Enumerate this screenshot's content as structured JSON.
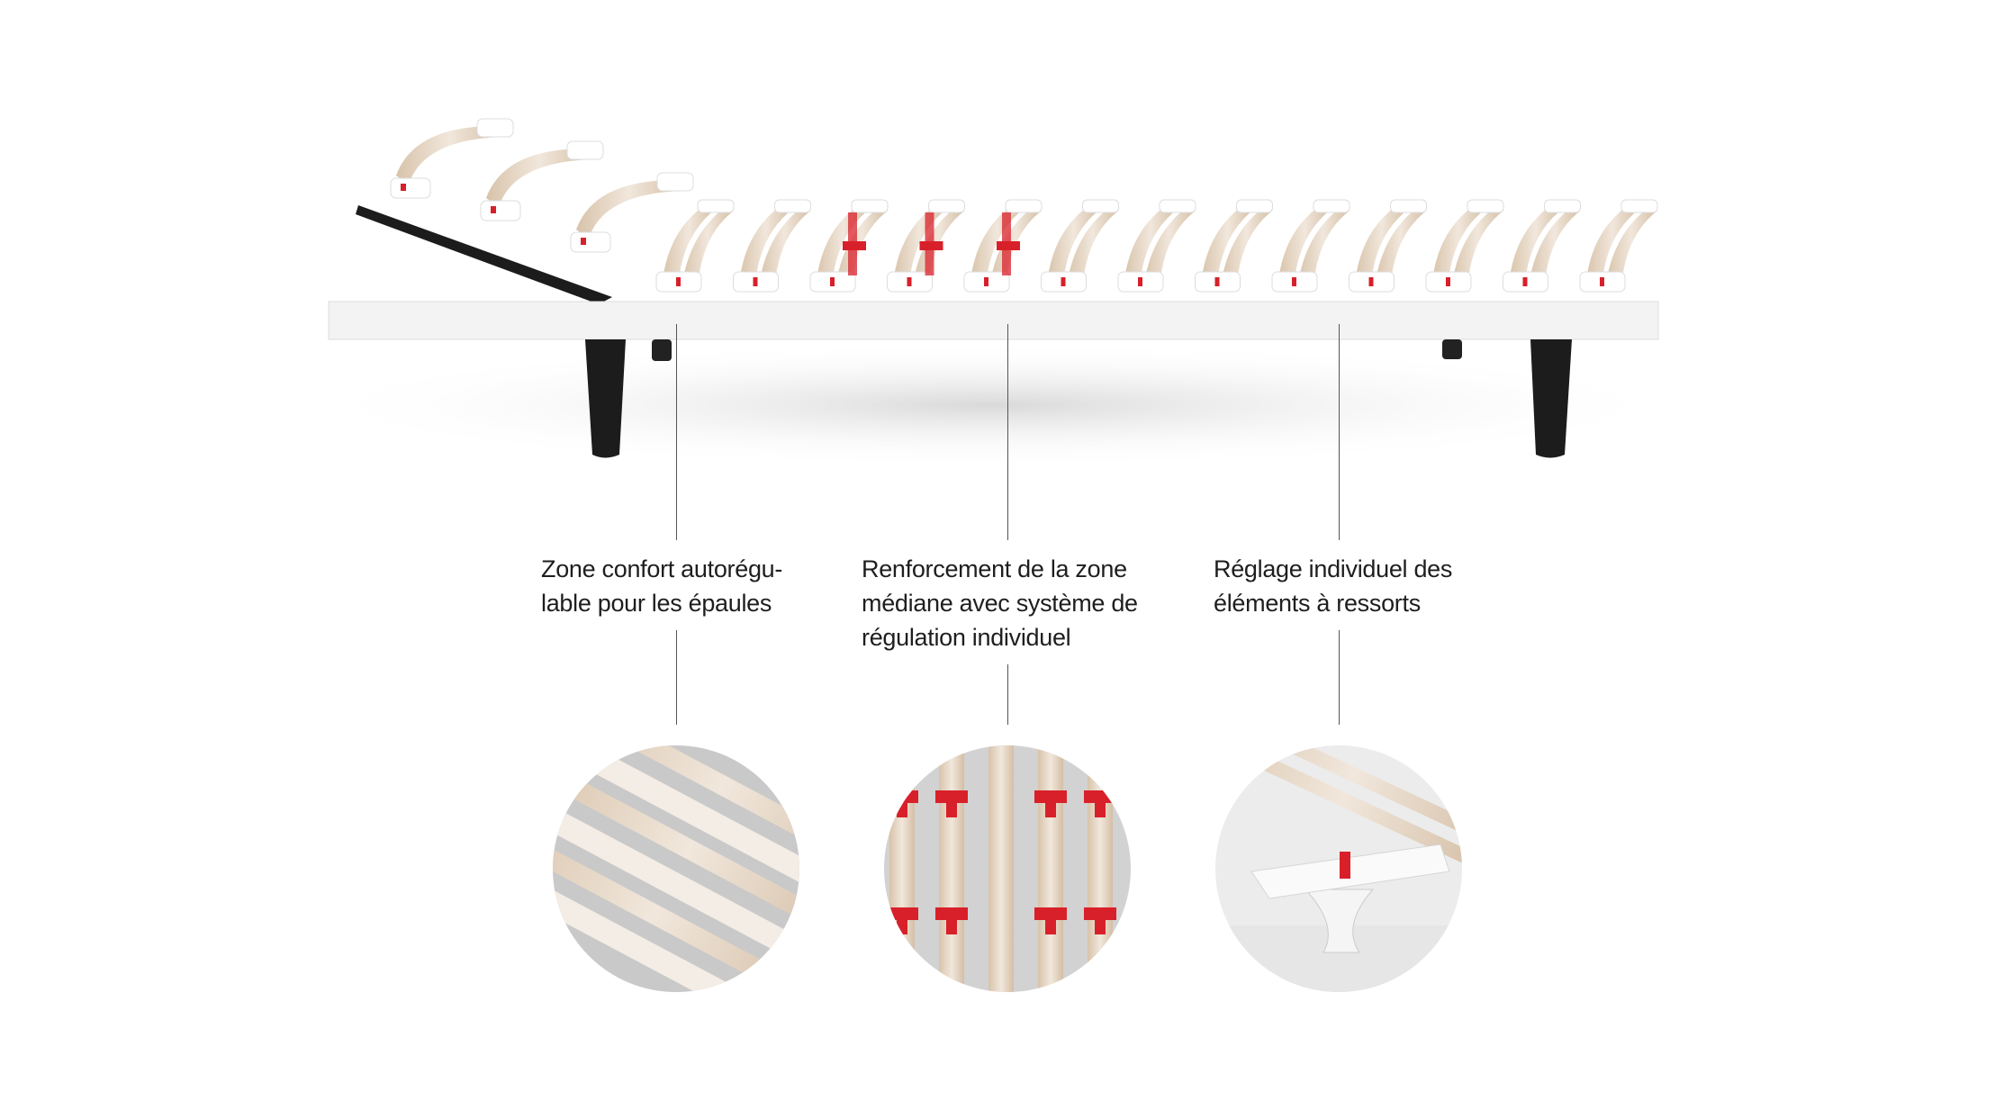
{
  "features": [
    {
      "id": "shoulder-zone",
      "caption": "Zone confort autorégu-\nlable pour les épaules"
    },
    {
      "id": "middle-zone",
      "caption": "Renforcement de la zone\nmédiane avec système de\nrégulation individuel"
    },
    {
      "id": "spring-elements",
      "caption": "Réglage individuel des\néléments à ressorts"
    }
  ],
  "colors": {
    "accent": "#d8202a",
    "slat": "#e9dccd",
    "frame": "#f2f2f2",
    "leg": "#1c1c1c"
  }
}
